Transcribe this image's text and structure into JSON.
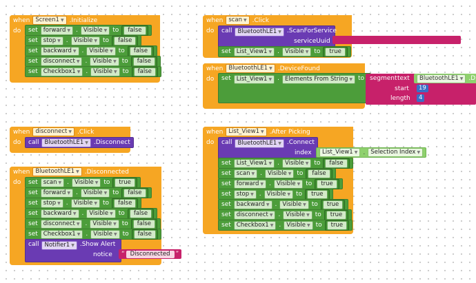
{
  "keywords": {
    "when": "when",
    "do": "do",
    "set": "set",
    "to": "to",
    "call": "call",
    "dot_visible": ".",
    "visible": "Visible",
    "quote_l": "“",
    "quote_r": "”"
  },
  "block1": {
    "component": "Screen1",
    "event": ".Initialize",
    "rows": [
      {
        "comp": "forward",
        "prop": "Visible",
        "value": "false"
      },
      {
        "comp": "stop",
        "prop": "Visible",
        "value": "false"
      },
      {
        "comp": "backward",
        "prop": "Visible",
        "value": "false"
      },
      {
        "comp": "disconnect",
        "prop": "Visible",
        "value": "false"
      },
      {
        "comp": "Checkbox1",
        "prop": "Visible",
        "value": "false"
      }
    ]
  },
  "block2": {
    "component": "scan",
    "event": ".Click",
    "call_comp": "BluetoothLE1",
    "call_method": ".ScanForService",
    "param": "serviceUuid",
    "row": {
      "comp": "List_View1",
      "prop": "Visible",
      "value": "true"
    }
  },
  "block3": {
    "component": "BluetoothLE1",
    "event": ".DeviceFound",
    "set_comp": "List_View1",
    "set_prop": "Elements From String",
    "segment_label": "segment",
    "text_label": "text",
    "text_comp": "BluetoothLE1",
    "text_prop": ".D",
    "start_label": "start",
    "start_val": "19",
    "length_label": "length",
    "length_val": "4"
  },
  "block4": {
    "component": "disconnect",
    "event": ".Click",
    "call_comp": "BluetoothLE1",
    "call_method": ".Disconnect"
  },
  "block5": {
    "component": "BluetoothLE1",
    "event": ".Disconnected",
    "rows": [
      {
        "comp": "scan",
        "prop": "Visible",
        "value": "true"
      },
      {
        "comp": "forward",
        "prop": "Visible",
        "value": "false"
      },
      {
        "comp": "stop",
        "prop": "Visible",
        "value": "false"
      },
      {
        "comp": "backward",
        "prop": "Visible",
        "value": "false"
      },
      {
        "comp": "disconnect",
        "prop": "Visible",
        "value": "false"
      },
      {
        "comp": "Checkbox1",
        "prop": "Visible",
        "value": "false"
      }
    ],
    "call_comp": "Notifier1",
    "call_method": ".Show Alert",
    "param": "notice",
    "notice_text": "Disconnected"
  },
  "block6": {
    "component": "List_View1",
    "event": ".After Picking",
    "call_comp": "BluetoothLE1",
    "call_method": ".Connect",
    "param": "index",
    "index_comp": "List_View1",
    "index_prop": "Selection Index",
    "rows": [
      {
        "comp": "List_View1",
        "prop": "Visible",
        "value": "false"
      },
      {
        "comp": "scan",
        "prop": "Visible",
        "value": "false"
      },
      {
        "comp": "forward",
        "prop": "Visible",
        "value": "true"
      },
      {
        "comp": "stop",
        "prop": "Visible",
        "value": "true"
      },
      {
        "comp": "backward",
        "prop": "Visible",
        "value": "true"
      },
      {
        "comp": "disconnect",
        "prop": "Visible",
        "value": "true"
      },
      {
        "comp": "Checkbox1",
        "prop": "Visible",
        "value": "true"
      }
    ]
  }
}
